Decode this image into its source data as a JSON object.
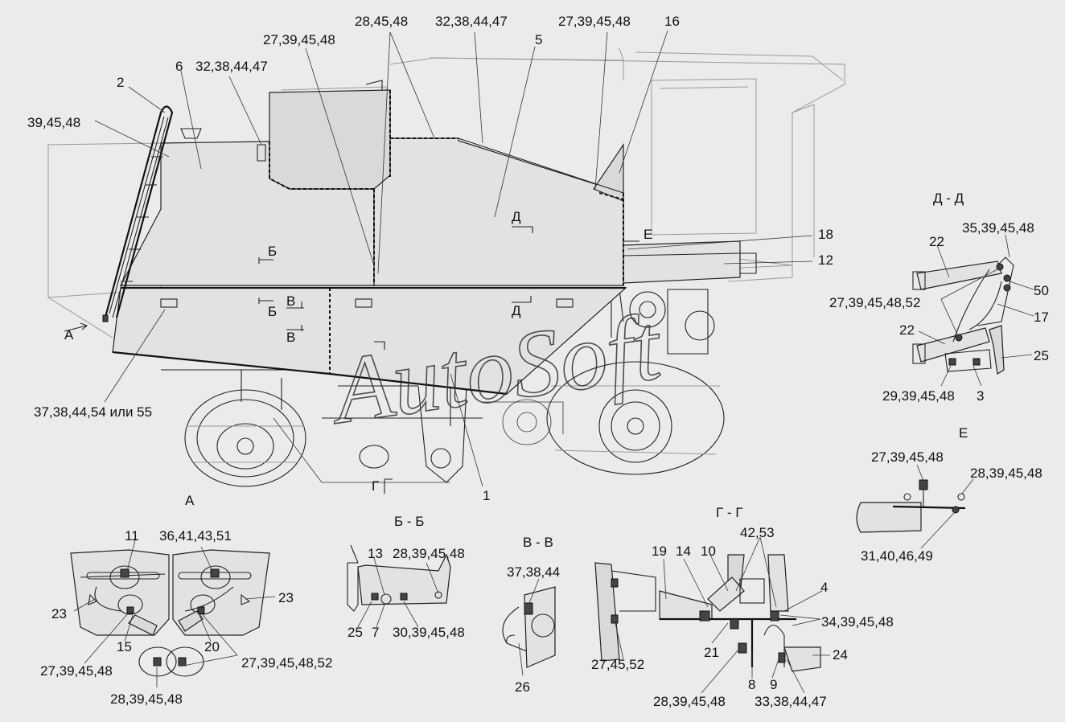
{
  "watermark": "AutoSoft",
  "callouts": {
    "c1": "2",
    "c2": "39,45,48",
    "c3": "6",
    "c4": "32,38,44,47",
    "c5": "27,39,45,48",
    "c6": "28,45,48",
    "c7": "32,38,44,47",
    "c8": "5",
    "c9": "27,39,45,48",
    "c10": "16",
    "c11": "18",
    "c12": "12",
    "c13": "37,38,44,54 или 55",
    "c14": "1"
  },
  "section_markers": {
    "b1": "Б",
    "b2": "Б",
    "v1": "В",
    "v2": "В",
    "d1": "Д",
    "d2": "Д",
    "e1": "Е",
    "a1": "А",
    "g1": "Г"
  },
  "views": {
    "a": {
      "title": "А",
      "labels": [
        "11",
        "36,41,43,51",
        "23",
        "23",
        "15",
        "20",
        "27,39,45,48",
        "27,39,45,48,52",
        "28,39,45,48"
      ]
    },
    "bb": {
      "title": "Б - Б",
      "labels": [
        "13",
        "28,39,45,48",
        "25",
        "7",
        "30,39,45,48"
      ]
    },
    "vv": {
      "title": "В - В",
      "labels": [
        "37,38,44",
        "26"
      ]
    },
    "gg": {
      "title": "Г - Г",
      "labels": [
        "42,53",
        "19",
        "14",
        "10",
        "4",
        "34,39,45,48",
        "21",
        "24",
        "27,45,52",
        "28,39,45,48",
        "8",
        "9",
        "33,38,44,47"
      ]
    },
    "dd": {
      "title": "Д - Д",
      "labels": [
        "22",
        "35,39,45,48",
        "50",
        "27,39,45,48,52",
        "17",
        "22",
        "25",
        "29,39,45,48",
        "3"
      ]
    },
    "e": {
      "title": "Е",
      "labels": [
        "27,39,45,48",
        "28,39,45,48",
        "31,40,46,49"
      ]
    }
  }
}
